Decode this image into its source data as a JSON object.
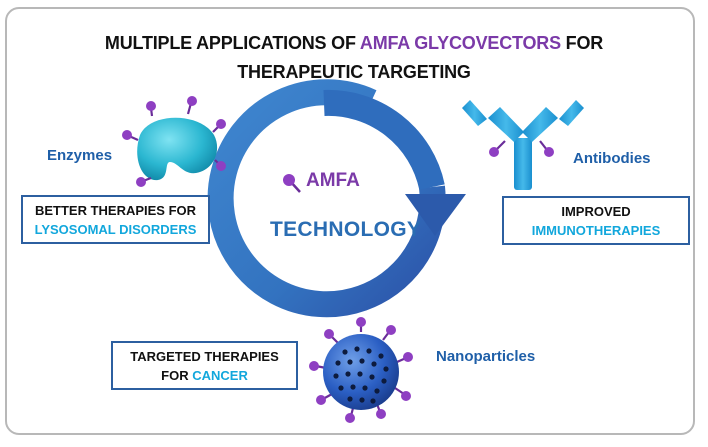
{
  "title": {
    "line1_pre": "MULTIPLE APPLICATIONS OF ",
    "line1_highlight": "AMFA GLYCOVECTORS",
    "line1_post": " FOR",
    "line2": "THERAPEUTIC TARGETING"
  },
  "center": {
    "amfa": "AMFA",
    "technology": "TECHNOLOGY"
  },
  "nodes": {
    "enzymes": "Enzymes",
    "antibodies": "Antibodies",
    "nanoparticles": "Nanoparticles"
  },
  "boxes": {
    "lysosomal": {
      "line1": "BETTER THERAPIES FOR",
      "line2": "LYSOSOMAL DISORDERS"
    },
    "immuno": {
      "line1": "IMPROVED",
      "line2": "IMMUNOTHERAPIES"
    },
    "cancer": {
      "line1_pre": "TARGETED THERAPIES",
      "line2_pre": "FOR ",
      "line2_highlight": "CANCER"
    }
  },
  "colors": {
    "accent_purple": "#7b3aa8",
    "accent_blue": "#2a6db3",
    "accent_cyan": "#12a7dc",
    "box_border": "#2c5fa0"
  }
}
